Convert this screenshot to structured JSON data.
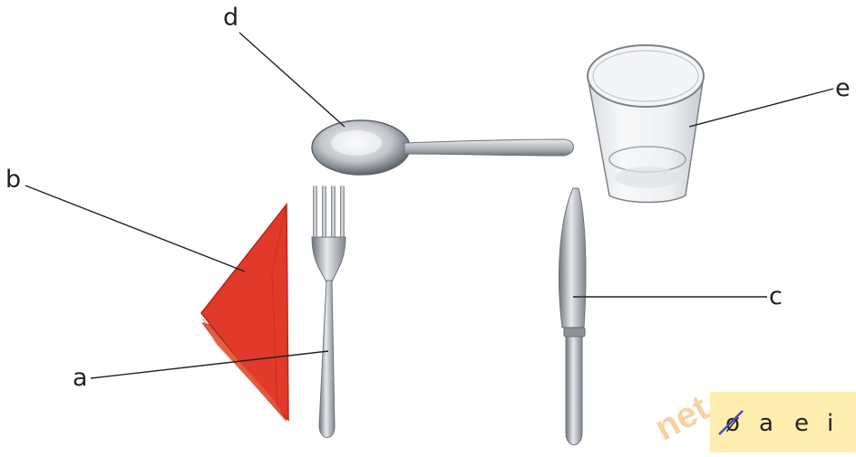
{
  "labels": {
    "a": "a",
    "b": "b",
    "c": "c",
    "d": "d",
    "e": "e"
  },
  "footer": {
    "letters": [
      "ø",
      "a",
      "e",
      "i"
    ]
  },
  "watermark": "net",
  "colors": {
    "napkin": "#e23a2a",
    "napkin_edge": "#c22817",
    "metal": "#b9bdc3",
    "metal_dark": "#6f747b",
    "footer_bg": "#fdeeb0",
    "watermark": "#f6c98c",
    "strike": "#4a4ab3"
  }
}
